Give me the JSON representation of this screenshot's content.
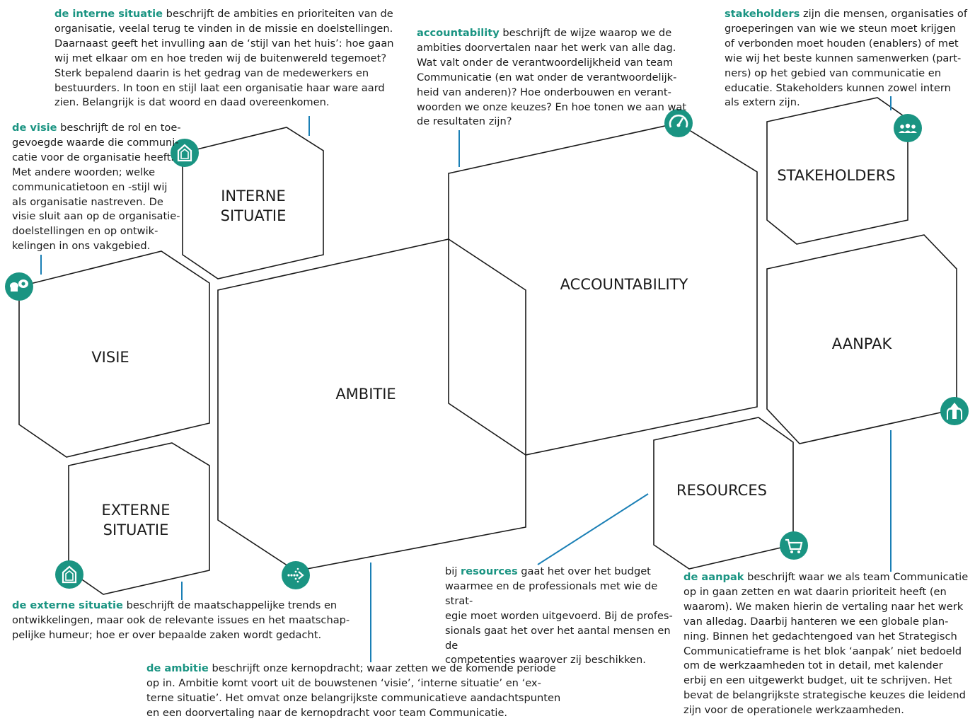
{
  "colors": {
    "accent": "#1a9482",
    "outline": "#1a1a1a",
    "connector": "#1a7fb5"
  },
  "blocks": {
    "interne_situatie": {
      "line1": "INTERNE",
      "line2": "SITUATIE",
      "icon": "house-icon"
    },
    "visie": {
      "label": "VISIE",
      "icon": "binoculars-icon"
    },
    "externe_situatie": {
      "line1": "EXTERNE",
      "line2": "SITUATIE",
      "icon": "house-icon"
    },
    "ambitie": {
      "label": "AMBITIE",
      "icon": "arrow-down-dots-icon"
    },
    "accountability": {
      "label": "ACCOUNTABILITY",
      "icon": "gauge-icon"
    },
    "stakeholders": {
      "label": "STAKEHOLDERS",
      "icon": "people-icon"
    },
    "aanpak": {
      "label": "AANPAK",
      "icon": "merge-arrows-icon"
    },
    "resources": {
      "label": "RESOURCES",
      "icon": "shopping-cart-icon"
    }
  },
  "descriptions": {
    "interne_situatie": {
      "keyword": "de interne situatie",
      "lines": [
        " beschrijft de ambities en prioriteiten van de",
        "organisatie, veelal terug te vinden in de missie en doelstellingen.",
        "Daarnaast geeft het invulling aan de ‘stijl van het huis’: hoe gaan",
        "wij met elkaar om en hoe treden wij de buitenwereld tegemoet?",
        "Sterk bepalend daarin is het gedrag van de medewerkers en",
        "bestuurders. In toon en stijl laat een organisatie haar ware aard",
        "zien. Belangrijk is dat woord en daad overeenkomen."
      ]
    },
    "accountability": {
      "keyword": "accountability",
      "lines": [
        " beschrijft de wijze waarop we de",
        "ambities doorvertalen naar het werk van alle dag.",
        "Wat valt onder de verantwoordelijkheid van team",
        "Communicatie (en wat onder de verantwoordelijk-",
        "heid van anderen)? Hoe onderbouwen en verant-",
        "woorden we onze keuzes? En hoe tonen we aan wat",
        "de resultaten zijn?"
      ]
    },
    "stakeholders": {
      "keyword": "stakeholders",
      "lines": [
        " zijn die mensen, organisaties of",
        "groeperingen van wie we steun moet krijgen",
        "of verbonden moet houden (enablers) of met",
        "wie wij het beste kunnen samenwerken (part-",
        "ners) op het gebied van communicatie en",
        "educatie. Stakeholders kunnen zowel intern",
        "als extern zijn."
      ]
    },
    "visie": {
      "keyword": "de visie",
      "lines": [
        " beschrijft de rol en toe-",
        "gevoegde waarde die communi-",
        "catie voor de organisatie heeft.",
        "Met andere woorden; welke",
        "communicatietoon en -stijl wij",
        "als organisatie nastreven. De",
        "visie sluit aan op de organisatie-",
        "doelstellingen en op ontwik-",
        "kelingen in ons vakgebied."
      ]
    },
    "externe_situatie": {
      "keyword": "de externe situatie",
      "lines": [
        " beschrijft de maatschappelijke trends en",
        "ontwikkelingen, maar ook de relevante issues en het maatschap-",
        "pelijke humeur; hoe er over bepaalde zaken wordt gedacht."
      ]
    },
    "resources": {
      "prefix": "bij ",
      "keyword": "resources",
      "lines": [
        " gaat het over het budget",
        "waarmee en de professionals met wie de strat-",
        "egie moet worden uitgevoerd. Bij de profes-",
        "sionals gaat het over het aantal mensen en de",
        "competenties waarover zij beschikken."
      ]
    },
    "aanpak": {
      "keyword": "de aanpak",
      "lines": [
        " beschrijft waar we als team Communicatie",
        "op in gaan zetten en wat daarin prioriteit heeft (en",
        "waarom). We maken hierin de vertaling naar het werk",
        "van alledag. Daarbij hanteren we een globale plan-",
        "ning.  Binnen het gedachtengoed van het Strategisch",
        "Communicatieframe is het blok ‘aanpak’ niet bedoeld",
        "om de werkzaamheden tot in detail, met kalender",
        "erbij en een uitgewerkt budget, uit te schrijven. Het",
        "bevat de belangrijkste strategische keuzes die leidend",
        "zijn voor de operationele werkzaamheden."
      ]
    },
    "ambitie": {
      "keyword": "de ambitie",
      "lines": [
        " beschrijft onze kernopdracht; waar zetten we de komende periode",
        "op in. Ambitie komt voort uit de bouwstenen ‘visie’, ‘interne situatie’ en ‘ex-",
        "terne situatie’. Het omvat onze belangrijkste communicatieve aandachtspunten",
        "en een doorvertaling naar de kernopdracht voor team Communicatie."
      ]
    }
  }
}
